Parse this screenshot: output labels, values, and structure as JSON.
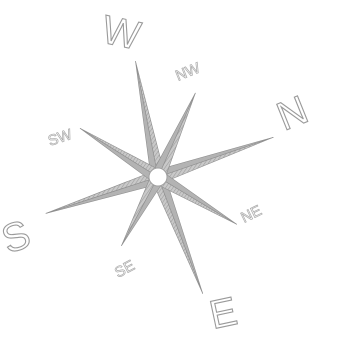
{
  "compass": {
    "labels": {
      "w": "W",
      "nw": "NW",
      "n": "N",
      "sw": "SW",
      "ne": "NE",
      "s": "S",
      "se": "SE",
      "e": "E"
    },
    "colors": {
      "background": "#ffffff",
      "star_fill": "#b3b3b3",
      "star_stroke": "#8f8f8f",
      "label_outline": "#9a9a9a"
    },
    "icon": "compass-rose-icon"
  }
}
